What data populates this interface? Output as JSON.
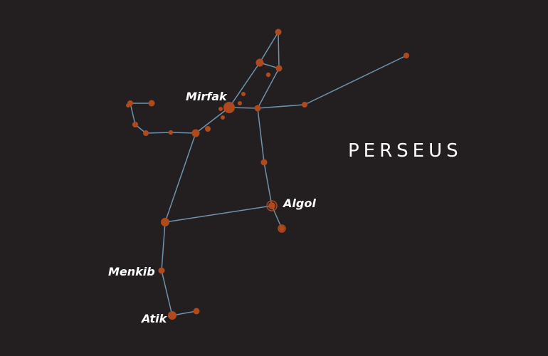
{
  "constellation": {
    "name": "PERSEUS",
    "colors": {
      "background": "#231f20",
      "line": "#6f93ad",
      "star": "#b04a1c",
      "label": "#ffffff"
    },
    "labels": {
      "mirfak": "Mirfak",
      "algol": "Algol",
      "menkib": "Menkib",
      "atik": "Atik"
    }
  }
}
